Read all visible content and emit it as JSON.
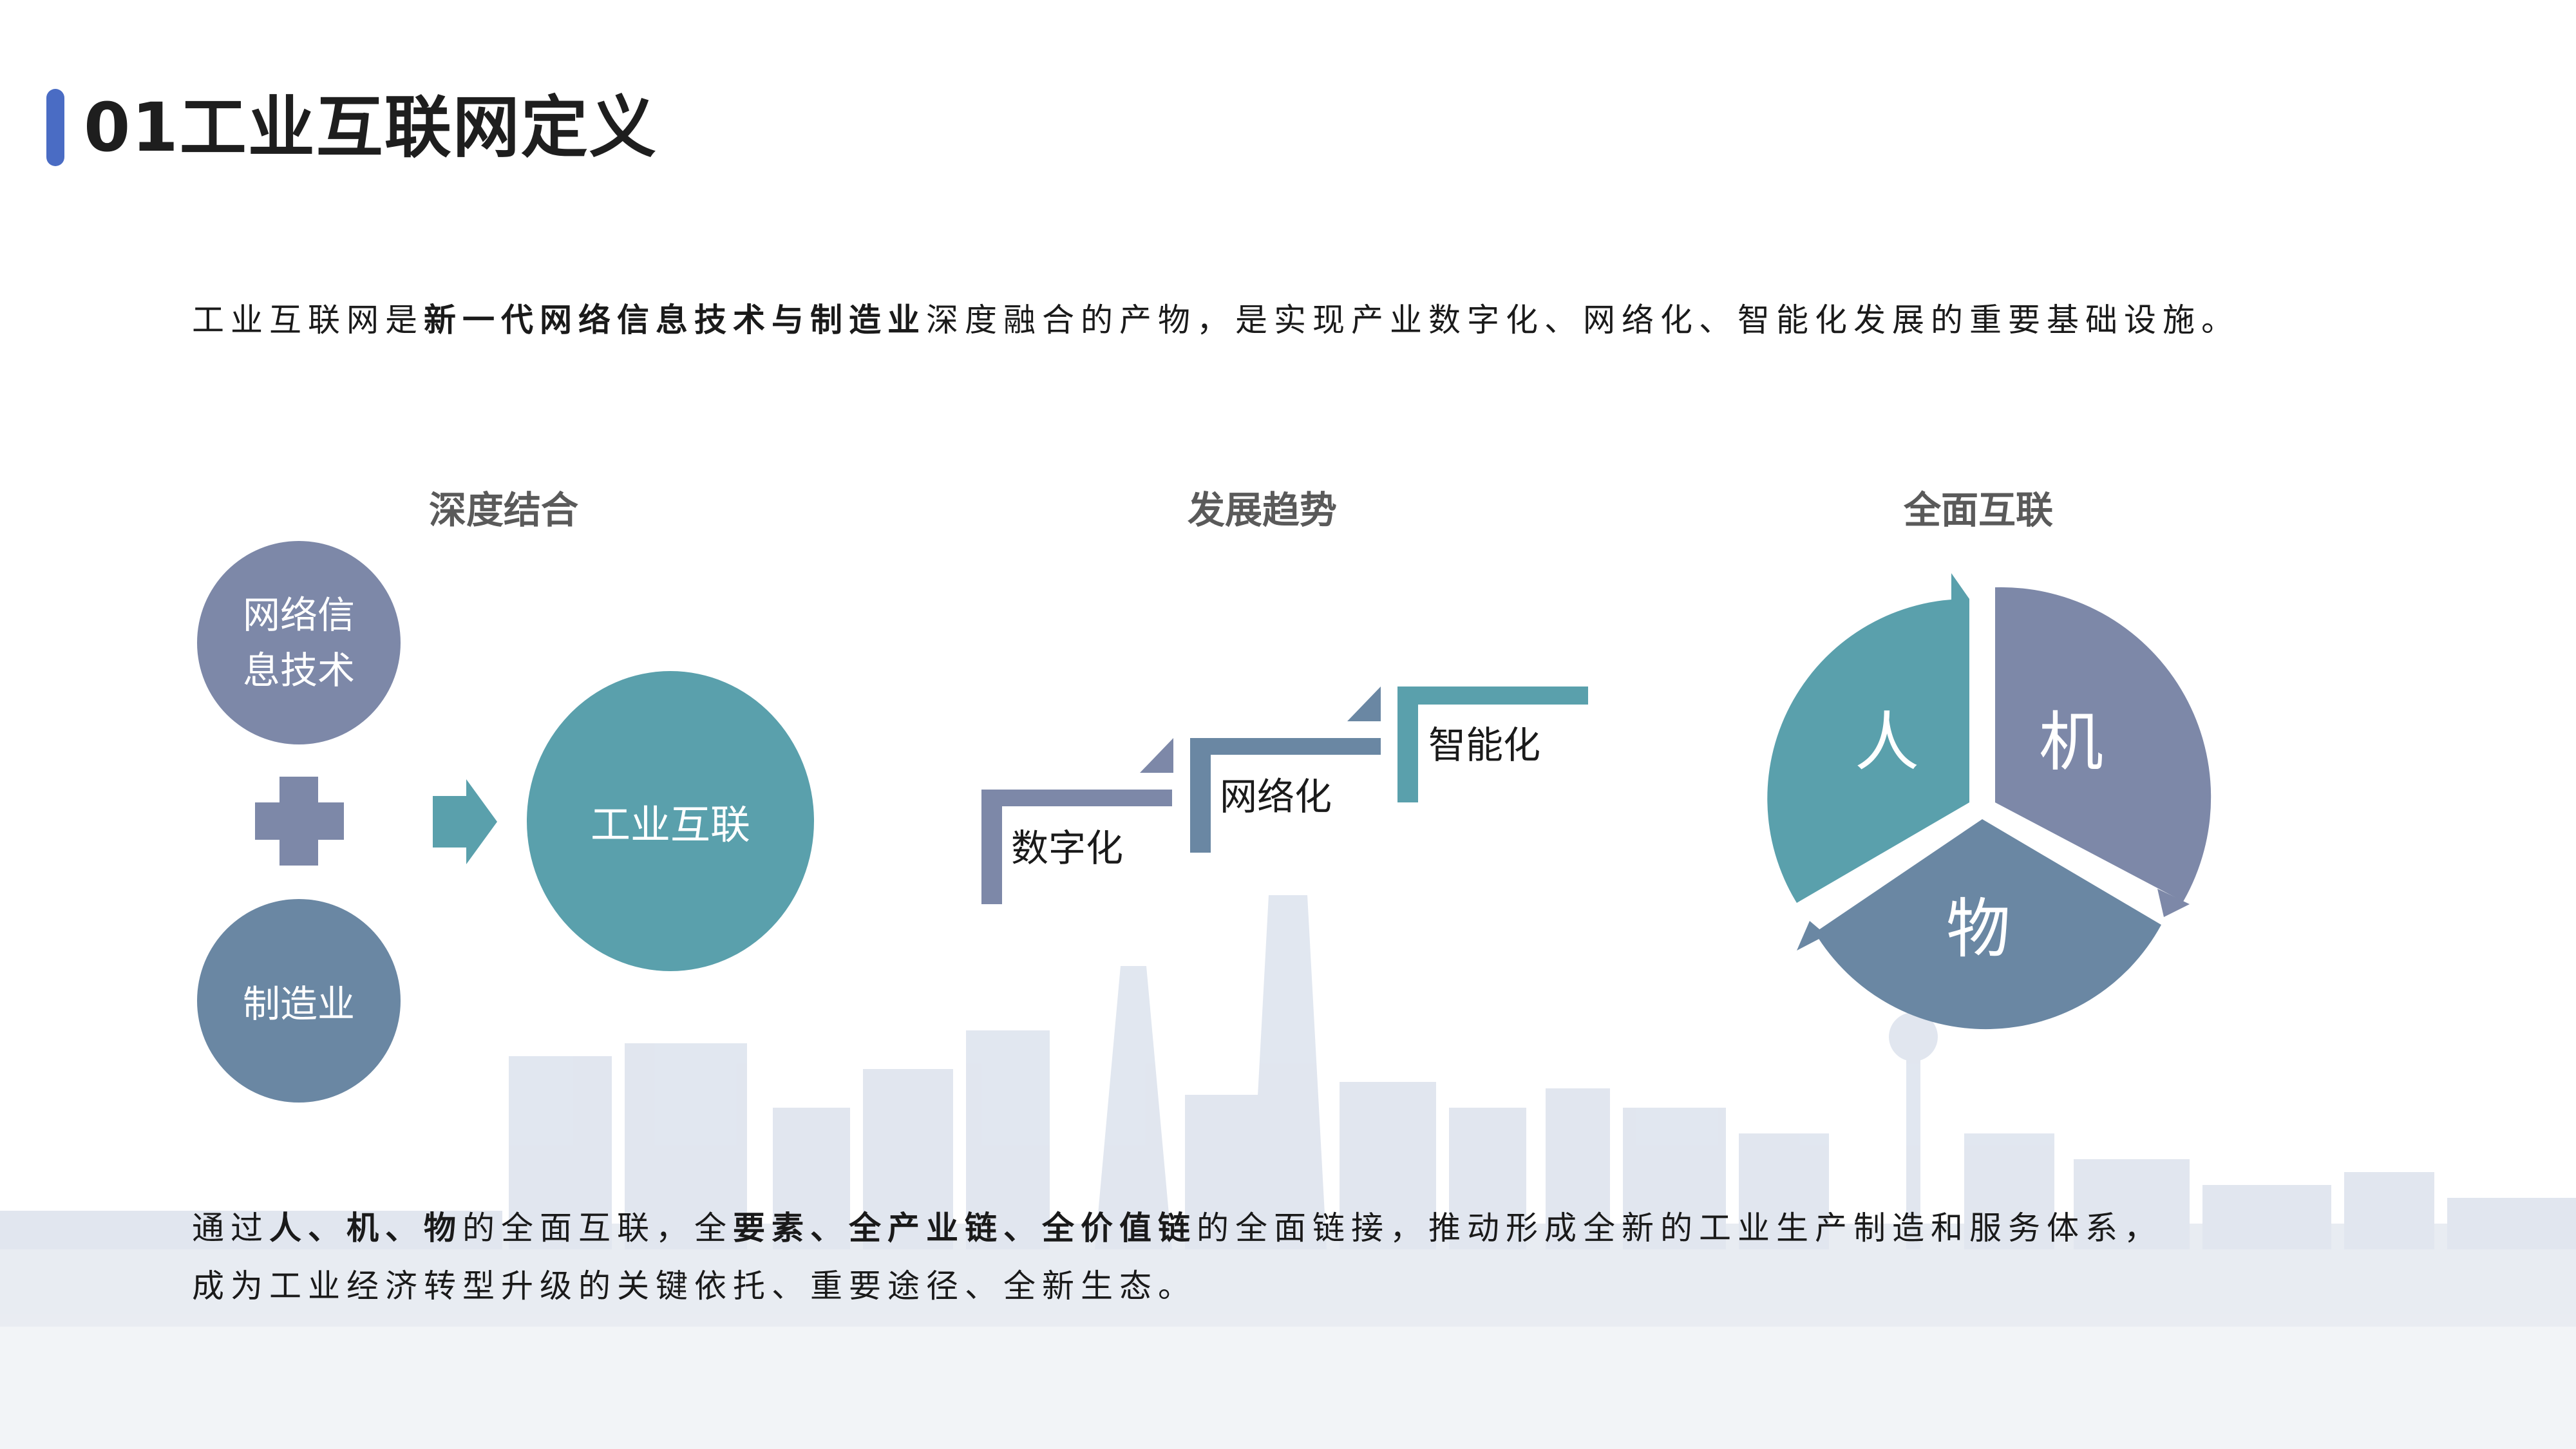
{
  "title": "01工业互联网定义",
  "intro": {
    "pre": "工业互联网是",
    "bold": "新一代网络信息技术与制造业",
    "post": "深度融合的产物，是实现产业数字化、网络化、智能化发展的重要基础设施。"
  },
  "sections": {
    "deep": {
      "heading": "深度结合",
      "circle_info": "网络信息技术",
      "circle_mfg": "制造业",
      "circle_result": "工业互联"
    },
    "trend": {
      "heading": "发展趋势",
      "steps": [
        "数字化",
        "网络化",
        "智能化"
      ]
    },
    "all": {
      "heading": "全面互联",
      "ren": "人",
      "ji": "机",
      "wu": "物"
    }
  },
  "bottom": {
    "p1": "通过",
    "b1": "人、机、物",
    "p2": "的全面互联，全",
    "b2": "要素、全产业链、全价值链",
    "p3": "的全面链接，推动形成全新的工业生产制造和服务体系，",
    "line2": "成为工业经济转型升级的关键依托、重要途径、全新生态。"
  },
  "colors": {
    "accent_bar": "#4a6cc4",
    "slate": "#7d88a8",
    "steel": "#6a87a3",
    "teal": "#5aa0ac"
  },
  "icons": [
    "plus-icon",
    "arrow-right-icon"
  ]
}
